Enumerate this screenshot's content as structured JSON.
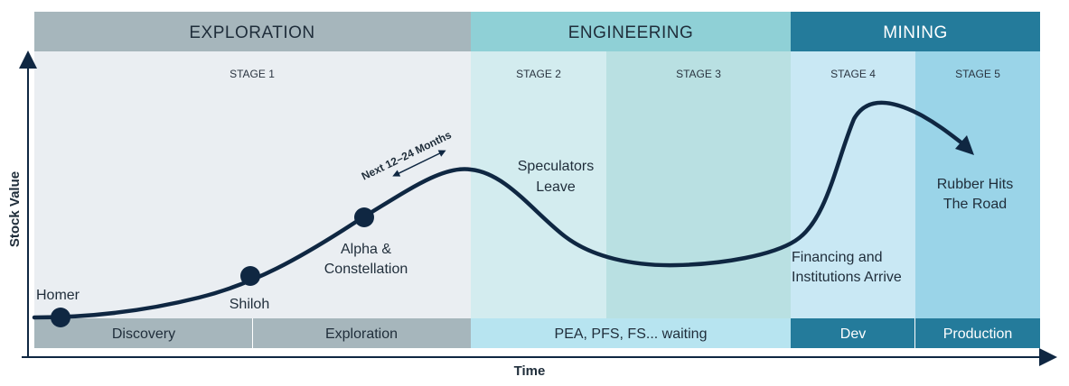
{
  "phases": {
    "exploration": "EXPLORATION",
    "engineering": "ENGINEERING",
    "mining": "MINING"
  },
  "stages": {
    "stage1": "STAGE 1",
    "stage2": "STAGE 2",
    "stage3": "STAGE 3",
    "stage4": "STAGE 4",
    "stage5": "STAGE 5"
  },
  "bottom_bar": {
    "discovery": "Discovery",
    "exploration": "Exploration",
    "waiting": "PEA, PFS, FS... waiting",
    "dev": "Dev",
    "production": "Production"
  },
  "milestones": {
    "homer": "Homer",
    "shiloh": "Shiloh",
    "alpha_line1": "Alpha &",
    "alpha_line2": "Constellation"
  },
  "annotations": {
    "next_months": "Next 12–24 Months",
    "speculators_line1": "Speculators",
    "speculators_line2": "Leave",
    "financing_line1": "Financing and",
    "financing_line2": "Institutions Arrive",
    "rubber_line1": "Rubber Hits",
    "rubber_line2": "The Road"
  },
  "axes": {
    "y_title": "Stock Value",
    "x_title": "Time"
  },
  "colors": {
    "exploration_header": "#a6b6bc",
    "engineering_header": "#8fd0d6",
    "mining_header": "#247b9b",
    "stage1_bg": "#eaeef2",
    "stage2_bg": "#d3ecef",
    "stage3_bg": "#b9e0e2",
    "stage4_bg": "#c9e8f4",
    "stage5_bg": "#9ad4e8",
    "curve": "#0f2742"
  }
}
